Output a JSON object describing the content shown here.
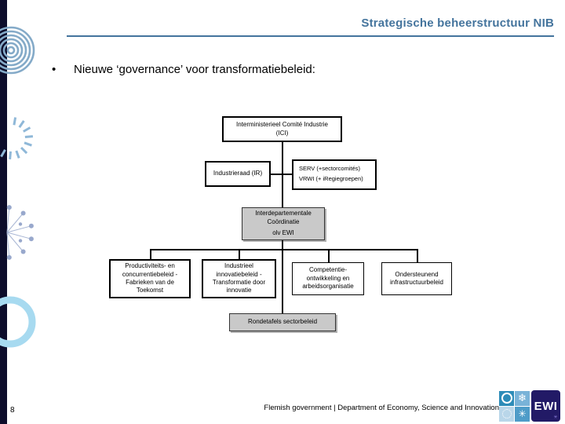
{
  "header": {
    "title": "Strategische beheerstructuur NIB"
  },
  "bullet": {
    "marker": "•",
    "text": "Nieuwe ‘governance’ voor transformatiebeleid:"
  },
  "diagram": {
    "ici": {
      "line1": "Interministerieel Comité  Industrie",
      "line2": "(ICI)"
    },
    "industrieraad": {
      "label": "Industrieraad (IR)"
    },
    "serv_vrwi": {
      "line1": "SERV (+sectorcomités)",
      "line2": "VRWI (+ iRegiegroepen)"
    },
    "coordinatie": {
      "line1": "Interdepartementale",
      "line2": "Coördinatie",
      "line3": "olv EWI"
    },
    "pillar1": {
      "label": "Productiviteits- en concurrentiebeleid - Fabrieken van de Toekomst"
    },
    "pillar2": {
      "label": "Industrieel innovatiebeleid - Transformatie door innovatie"
    },
    "pillar3": {
      "label": "Competentie-ontwikkeling en arbeidsorganisatie"
    },
    "pillar4": {
      "label": "Ondersteunend infrastructuurbeleid"
    },
    "rondetafels": {
      "label": "Rondetafels sectorbeleid"
    }
  },
  "footer": {
    "page_number": "8",
    "text": "Flemish government  |  Department of Economy, Science and Innovation",
    "logo_text": "EWI",
    "logo_icons": {
      "tl": "circle-ring-icon",
      "tr": "snowflake-icon",
      "bl": "dotted-circle-icon",
      "br": "star-flake-icon"
    }
  },
  "colors": {
    "accent_blue": "#44749d",
    "sidebar_navy": "#0d0d2b",
    "box_grey": "#c9c9c9",
    "logo_navy": "#221a66"
  }
}
